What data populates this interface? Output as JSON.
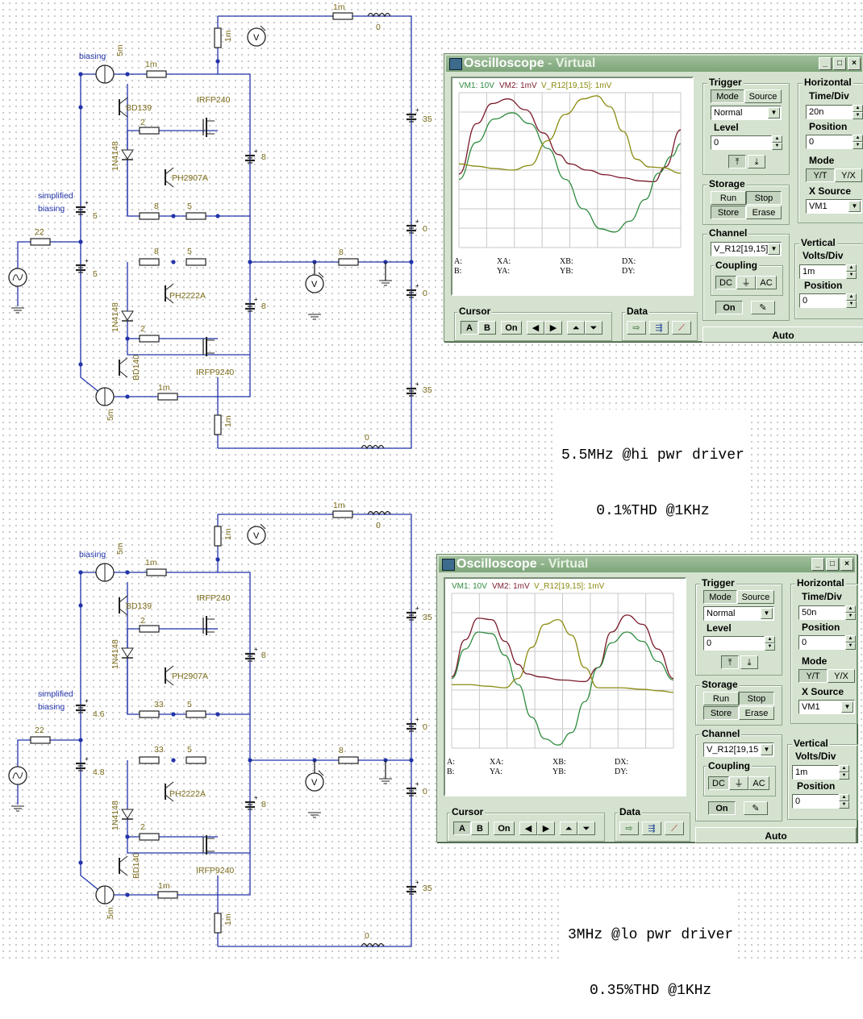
{
  "circuits": [
    {
      "labels": {
        "biasing": "biasing",
        "simplified_biasing_1": "simplified",
        "simplified_biasing_2": "biasing",
        "r_input": "22",
        "r_top_sense": "1m",
        "r_top_out": "1m",
        "l_top": "0",
        "r_bias_top": "1m",
        "i_source_top": "5m",
        "q1": "BD139",
        "q2": "IRFP240",
        "r_gate_top": "2",
        "d_top": "1N4148",
        "q3": "PH2907A",
        "r_e_top_a": "8",
        "r_e_top_b": "5",
        "bat_bias_top": "5",
        "bat_bias_bot": "5",
        "bat_drv_top": "8",
        "bat_drv_bot": "8",
        "r_e_bot_a": "8",
        "r_e_bot_b": "5",
        "q4": "PH2222A",
        "d_bot": "1N4148",
        "r_gate_bot": "2",
        "q5": "BD140",
        "q6": "IRFP9240",
        "r_bias_bot": "1m",
        "i_source_bot": "5m",
        "r_bot_sense": "1m",
        "l_bot": "0",
        "r_load": "8",
        "bat_supply_top": "35",
        "bat_supply_mid1": "0",
        "bat_supply_mid2": "0",
        "bat_supply_bot": "35"
      },
      "caption": [
        "5.5MHz @hi pwr driver",
        "0.1%THD @1KHz"
      ]
    },
    {
      "labels": {
        "biasing": "biasing",
        "simplified_biasing_1": "simplified",
        "simplified_biasing_2": "biasing",
        "r_input": "22",
        "r_top_sense": "1m",
        "r_top_out": "1m",
        "l_top": "0",
        "r_bias_top": "1m",
        "i_source_top": "5m",
        "q1": "BD139",
        "q2": "IRFP240",
        "r_gate_top": "2",
        "d_top": "1N4148",
        "q3": "PH2907A",
        "r_e_top_a": "33",
        "r_e_top_b": "5",
        "bat_bias_top": "4.6",
        "bat_bias_bot": "4.8",
        "bat_drv_top": "8",
        "bat_drv_bot": "8",
        "r_e_bot_a": "33",
        "r_e_bot_b": "5",
        "q4": "PH2222A",
        "d_bot": "1N4148",
        "r_gate_bot": "2",
        "q5": "BD140",
        "q6": "IRFP9240",
        "r_bias_bot": "1m",
        "i_source_bot": "5m",
        "r_bot_sense": "1m",
        "l_bot": "0",
        "r_load": "8",
        "bat_supply_top": "35",
        "bat_supply_mid1": "0",
        "bat_supply_mid2": "0",
        "bat_supply_bot": "35"
      },
      "caption": [
        "3MHz @lo pwr driver",
        "0.35%THD @1KHz"
      ]
    }
  ],
  "scopes": [
    {
      "title": "Oscilloscope",
      "title_dash": "-",
      "title_suffix": "Virtual",
      "legend": {
        "vm1": "VM1: 10V",
        "vm2": "VM2: 1mV",
        "vr": "V_R12[19,15]: 1mV"
      },
      "readouts": {
        "a": "A:",
        "b": "B:",
        "xa": "XA:",
        "ya": "YA:",
        "xb": "XB:",
        "yb": "YB:",
        "dx": "DX:",
        "dy": "DY:"
      },
      "trigger": {
        "title": "Trigger",
        "mode": "Mode",
        "source": "Source",
        "select": "Normal",
        "level_label": "Level",
        "level": "0"
      },
      "storage": {
        "title": "Storage",
        "run": "Run",
        "stop": "Stop",
        "store": "Store",
        "erase": "Erase"
      },
      "horizontal": {
        "title": "Horizontal",
        "time_div_label": "Time/Div",
        "time_div": "20n",
        "position_label": "Position",
        "position": "0",
        "mode_label": "Mode",
        "yt": "Y/T",
        "yx": "Y/X",
        "xsource_label": "X Source",
        "xsource": "VM1"
      },
      "channel": {
        "title": "Channel",
        "select": "V_R12[19,15]",
        "coupling_title": "Coupling",
        "dc": "DC",
        "ac": "AC",
        "on": "On"
      },
      "vertical": {
        "title": "Vertical",
        "volts_div_label": "Volts/Div",
        "volts_div": "1m",
        "position_label": "Position",
        "position": "0"
      },
      "cursor": {
        "title": "Cursor",
        "a": "A",
        "b": "B",
        "on": "On"
      },
      "data_title": "Data",
      "auto": "Auto",
      "waves": [
        {
          "name": "VM1",
          "color": "#7a1a2a",
          "points": [
            [
              0,
              105
            ],
            [
              0.08,
              40
            ],
            [
              0.15,
              14
            ],
            [
              0.22,
              8
            ],
            [
              0.3,
              22
            ],
            [
              0.38,
              52
            ],
            [
              0.45,
              80
            ],
            [
              0.5,
              92
            ],
            [
              0.58,
              100
            ],
            [
              0.66,
              106
            ],
            [
              0.74,
              110
            ],
            [
              0.82,
              114
            ],
            [
              0.88,
              115
            ],
            [
              0.93,
              96
            ],
            [
              1.0,
              48
            ]
          ]
        },
        {
          "name": "VM2",
          "color": "#2e8b3e",
          "points": [
            [
              0,
              112
            ],
            [
              0.08,
              64
            ],
            [
              0.16,
              34
            ],
            [
              0.24,
              26
            ],
            [
              0.32,
              40
            ],
            [
              0.4,
              72
            ],
            [
              0.48,
              112
            ],
            [
              0.56,
              150
            ],
            [
              0.64,
              176
            ],
            [
              0.7,
              180
            ],
            [
              0.77,
              166
            ],
            [
              0.84,
              138
            ],
            [
              0.9,
              104
            ],
            [
              0.96,
              82
            ],
            [
              1.0,
              66
            ]
          ]
        },
        {
          "name": "V_R12[19,15]",
          "color": "#8a8a10",
          "points": [
            [
              0,
              92
            ],
            [
              0.08,
              95
            ],
            [
              0.16,
              98
            ],
            [
              0.24,
              100
            ],
            [
              0.32,
              94
            ],
            [
              0.4,
              62
            ],
            [
              0.48,
              28
            ],
            [
              0.56,
              8
            ],
            [
              0.62,
              4
            ],
            [
              0.68,
              18
            ],
            [
              0.74,
              50
            ],
            [
              0.8,
              86
            ],
            [
              0.86,
              96
            ],
            [
              0.92,
              97
            ],
            [
              1.0,
              104
            ]
          ]
        }
      ]
    },
    {
      "title": "Oscilloscope",
      "title_dash": "-",
      "title_suffix": "Virtual",
      "legend": {
        "vm1": "VM1: 10V",
        "vm2": "VM2: 1mV",
        "vr": "V_R12[19,15]: 1mV"
      },
      "readouts": {
        "a": "A:",
        "b": "B:",
        "xa": "XA:",
        "ya": "YA:",
        "xb": "XB:",
        "yb": "YB:",
        "dx": "DX:",
        "dy": "DY:"
      },
      "trigger": {
        "title": "Trigger",
        "mode": "Mode",
        "source": "Source",
        "select": "Normal",
        "level_label": "Level",
        "level": "0"
      },
      "storage": {
        "title": "Storage",
        "run": "Run",
        "stop": "Stop",
        "store": "Store",
        "erase": "Erase"
      },
      "horizontal": {
        "title": "Horizontal",
        "time_div_label": "Time/Div",
        "time_div": "50n",
        "position_label": "Position",
        "position": "0",
        "mode_label": "Mode",
        "yt": "Y/T",
        "yx": "Y/X",
        "xsource_label": "X Source",
        "xsource": "VM1"
      },
      "channel": {
        "title": "Channel",
        "select": "V_R12[19,15",
        "coupling_title": "Coupling",
        "dc": "DC",
        "ac": "AC",
        "on": "On"
      },
      "vertical": {
        "title": "Vertical",
        "volts_div_label": "Volts/Div",
        "volts_div": "1m",
        "position_label": "Position",
        "position": "0"
      },
      "cursor": {
        "title": "Cursor",
        "a": "A",
        "b": "B",
        "on": "On"
      },
      "data_title": "Data",
      "auto": "Auto",
      "waves": [
        {
          "name": "VM1",
          "color": "#7a1a2a",
          "points": [
            [
              0,
              108
            ],
            [
              0.06,
              60
            ],
            [
              0.12,
              32
            ],
            [
              0.18,
              34
            ],
            [
              0.24,
              62
            ],
            [
              0.3,
              92
            ],
            [
              0.34,
              104
            ],
            [
              0.4,
              108
            ],
            [
              0.5,
              112
            ],
            [
              0.6,
              114
            ],
            [
              0.66,
              96
            ],
            [
              0.72,
              50
            ],
            [
              0.79,
              28
            ],
            [
              0.86,
              40
            ],
            [
              0.93,
              72
            ],
            [
              1.0,
              110
            ]
          ]
        },
        {
          "name": "VM2",
          "color": "#2e8b3e",
          "points": [
            [
              0,
              110
            ],
            [
              0.06,
              72
            ],
            [
              0.12,
              50
            ],
            [
              0.18,
              52
            ],
            [
              0.24,
              80
            ],
            [
              0.3,
              118
            ],
            [
              0.36,
              160
            ],
            [
              0.42,
              188
            ],
            [
              0.48,
              196
            ],
            [
              0.54,
              180
            ],
            [
              0.6,
              140
            ],
            [
              0.66,
              96
            ],
            [
              0.72,
              64
            ],
            [
              0.79,
              50
            ],
            [
              0.86,
              62
            ],
            [
              0.93,
              88
            ],
            [
              1.0,
              112
            ]
          ]
        },
        {
          "name": "V_R12[19,15]",
          "color": "#8a8a10",
          "points": [
            [
              0,
              118
            ],
            [
              0.08,
              118
            ],
            [
              0.16,
              120
            ],
            [
              0.24,
              122
            ],
            [
              0.3,
              110
            ],
            [
              0.36,
              70
            ],
            [
              0.42,
              40
            ],
            [
              0.48,
              34
            ],
            [
              0.54,
              54
            ],
            [
              0.6,
              96
            ],
            [
              0.66,
              122
            ],
            [
              0.76,
              122
            ],
            [
              0.86,
              124
            ],
            [
              0.94,
              126
            ],
            [
              1.0,
              128
            ]
          ]
        }
      ]
    }
  ]
}
